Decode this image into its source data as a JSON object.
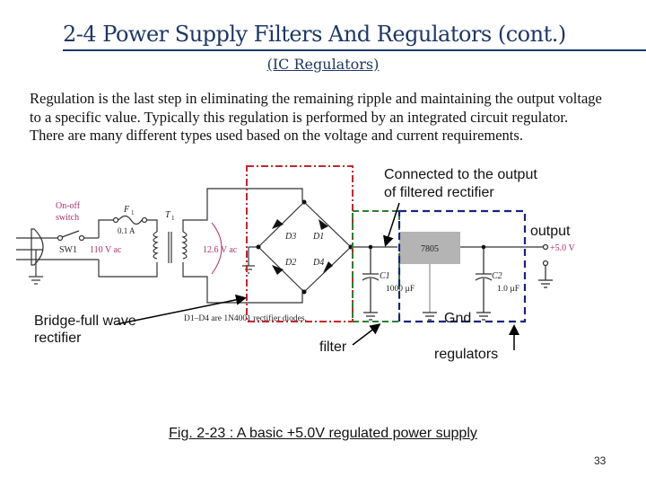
{
  "slide": {
    "title": "2-4 Power Supply Filters And Regulators (cont.)",
    "subtitle": "(IC Regulators)",
    "body": "Regulation is the last step in eliminating the remaining ripple and maintaining the output voltage to a specific value. Typically this regulation is performed by an integrated circuit regulator. There are many different types used based on the voltage and current requirements.",
    "page_number": "33",
    "caption": "Fig. 2-23 : A basic +5.0V regulated power supply"
  },
  "annotations": {
    "connected_line1": "Connected to the output",
    "connected_line2": "of filtered rectifier",
    "output": "output",
    "bridge_line1": "Bridge-full wave",
    "bridge_line2": "rectifier",
    "filter": "filter",
    "gnd": "Gnd",
    "regulators": "regulators"
  },
  "schematic": {
    "switch_label_1": "On-off",
    "switch_label_2": "switch",
    "switch_name": "SW1",
    "fuse_name": "F",
    "fuse_sub": "1",
    "fuse_rating": "0.1 A",
    "transformer_name": "T",
    "transformer_sub": "1",
    "primary_voltage": "110 V ac",
    "secondary_voltage": "12.6 V ac",
    "diodes": [
      "D3",
      "D1",
      "D2",
      "D4"
    ],
    "diode_note": "D1–D4 are 1N4001 rectifier diodes.",
    "c1_name": "C1",
    "c1_value": "1000 µF",
    "regulator_ic": "7805",
    "c2_name": "C2",
    "c2_value": "1.0 µF",
    "output_voltage": "+5.0 V"
  },
  "colors": {
    "title": "#1f3864",
    "bridge_box": "#c0272d",
    "filter_box": "#2e7d32",
    "regulator_box": "#1a237e",
    "schematic_label": "#b0306a",
    "ic_fill": "#b4b4b4"
  }
}
